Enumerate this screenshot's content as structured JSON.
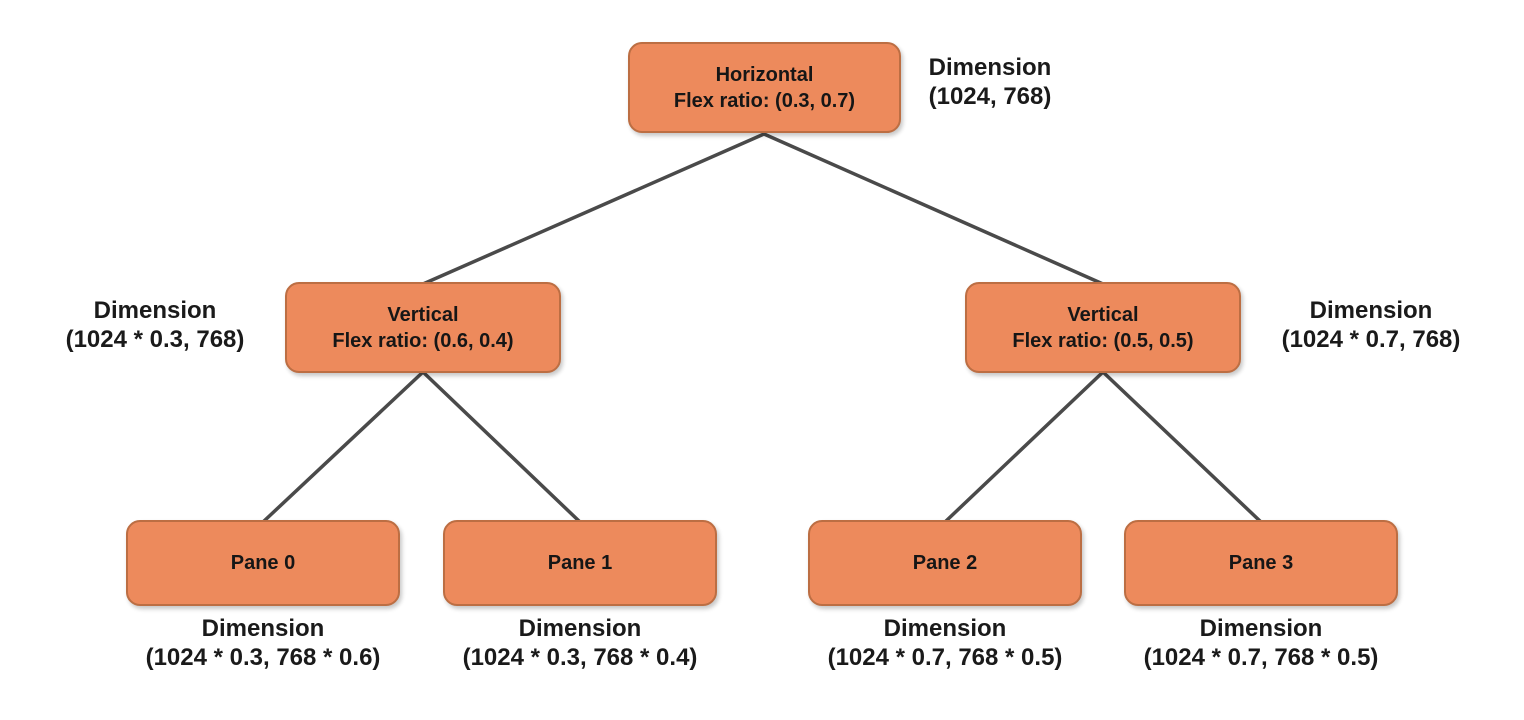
{
  "diagram": {
    "type": "tree",
    "nodes": {
      "root": {
        "title": "Horizontal",
        "subtitle": "Flex ratio: (0.3, 0.7)"
      },
      "left": {
        "title": "Vertical",
        "subtitle": "Flex ratio: (0.6, 0.4)"
      },
      "right": {
        "title": "Vertical",
        "subtitle": "Flex ratio: (0.5, 0.5)"
      },
      "pane0": {
        "title": "Pane 0"
      },
      "pane1": {
        "title": "Pane 1"
      },
      "pane2": {
        "title": "Pane 2"
      },
      "pane3": {
        "title": "Pane 3"
      }
    },
    "labels": {
      "root": {
        "line1": "Dimension",
        "line2": "(1024, 768)"
      },
      "left": {
        "line1": "Dimension",
        "line2": "(1024 * 0.3, 768)"
      },
      "right": {
        "line1": "Dimension",
        "line2": "(1024 * 0.7, 768)"
      },
      "pane0": {
        "line1": "Dimension",
        "line2": "(1024 * 0.3, 768 * 0.6)"
      },
      "pane1": {
        "line1": "Dimension",
        "line2": "(1024 * 0.3, 768 * 0.4)"
      },
      "pane2": {
        "line1": "Dimension",
        "line2": "(1024 * 0.7, 768 * 0.5)"
      },
      "pane3": {
        "line1": "Dimension",
        "line2": "(1024 * 0.7, 768 * 0.5)"
      }
    },
    "edges": [
      {
        "from": "root",
        "to": "left"
      },
      {
        "from": "root",
        "to": "right"
      },
      {
        "from": "left",
        "to": "pane0"
      },
      {
        "from": "left",
        "to": "pane1"
      },
      {
        "from": "right",
        "to": "pane2"
      },
      {
        "from": "right",
        "to": "pane3"
      }
    ],
    "colors": {
      "node_fill": "#ed8a5c",
      "node_border": "#bc6e43",
      "edge": "#4a4a4a",
      "text": "#1a1a1a",
      "background": "#ffffff"
    }
  }
}
